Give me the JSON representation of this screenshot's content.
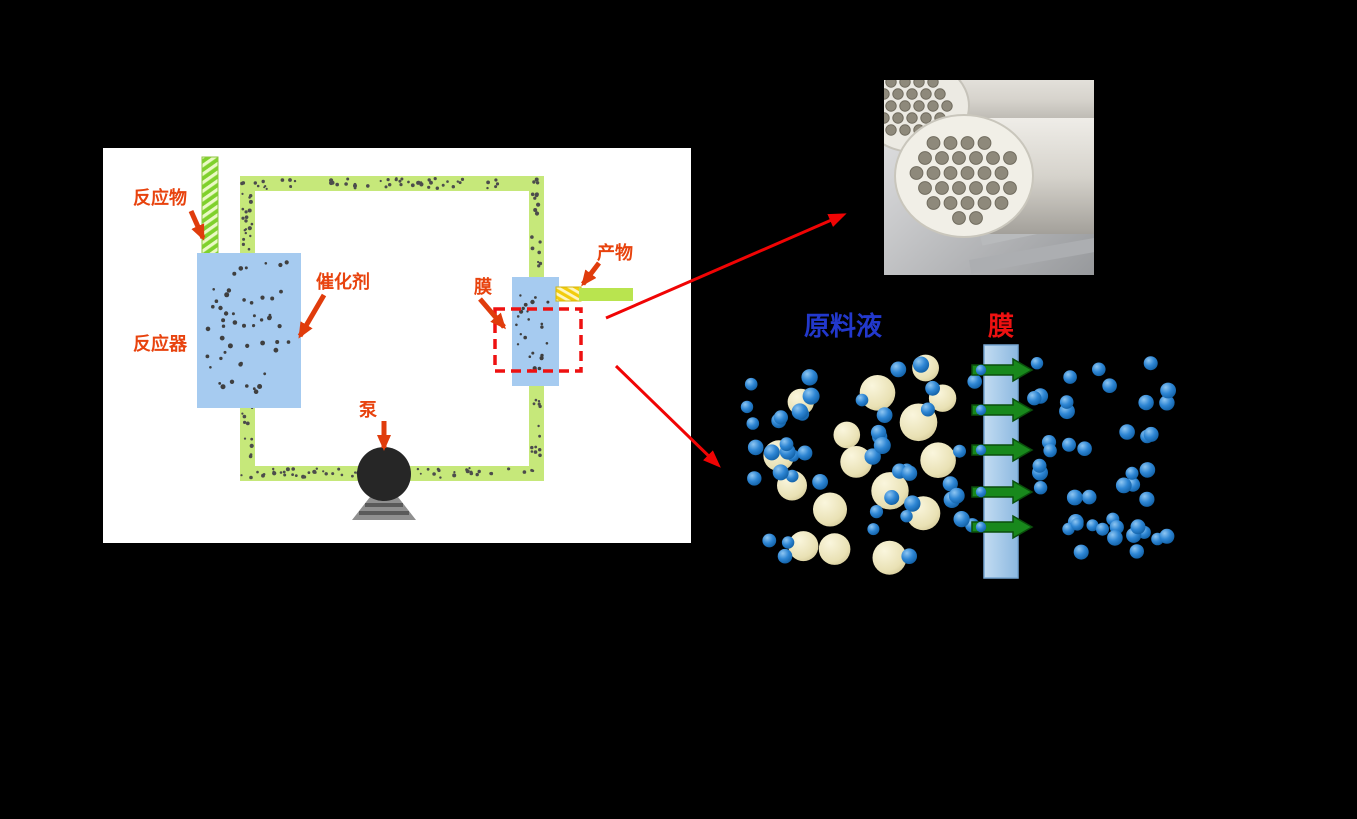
{
  "schematic": {
    "labels": {
      "reactant": "反应物",
      "catalyst": "催化剂",
      "reactor": "反应器",
      "membrane": "膜",
      "product": "产物",
      "pump": "泵"
    }
  },
  "separation": {
    "labels": {
      "feed": "原料液",
      "membrane": "膜"
    }
  },
  "colors": {
    "background": "#000000",
    "panel": "#ffffff",
    "pipe_green": "#c6e87a",
    "vessel_blue": "#a6cbf0",
    "schematic_label_red": "#e8430e",
    "highlight_box_red": "#ee1111",
    "connector_arrow_red": "#f00404",
    "feed_label_blue": "#2238cc",
    "membrane_label_red": "#ee1111",
    "flux_arrow_green": "#18881c",
    "small_particle_blue": "#2e86d4",
    "large_particle_beige": "#e9e1b4"
  }
}
